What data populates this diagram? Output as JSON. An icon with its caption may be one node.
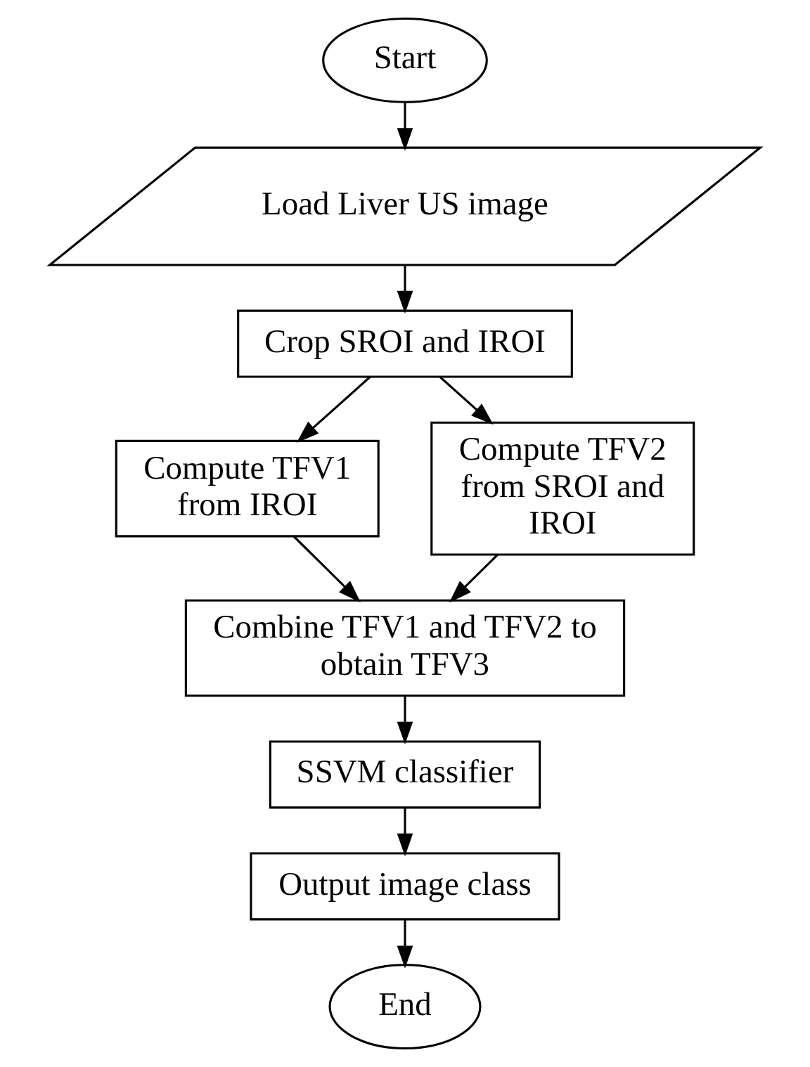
{
  "diagram": {
    "nodes": [
      {
        "text": [
          "Start"
        ]
      },
      {
        "text": [
          "Load Liver US image"
        ]
      },
      {
        "text": [
          "Crop SROI and IROI"
        ]
      },
      {
        "text": [
          "Compute TFV1 from IROI"
        ]
      },
      {
        "text": [
          "Compute TFV2 from SROI and IROI"
        ]
      },
      {
        "text": [
          "Combine TFV1 and TFV2 to obtain TFV3"
        ]
      },
      {
        "text": [
          "SSVM classifier"
        ]
      },
      {
        "text": [
          "Output image class"
        ]
      },
      {
        "text": [
          "End"
        ]
      }
    ],
    "edges": [
      {
        "from": 0,
        "to": 1,
        "arrow": "to"
      },
      {
        "from": 1,
        "to": 2,
        "arrow": "to"
      },
      {
        "from": 2,
        "to": 3,
        "arrow": "to"
      },
      {
        "from": 2,
        "to": 4,
        "arrow": "to"
      },
      {
        "from": 3,
        "to": 5,
        "arrow": "to"
      },
      {
        "from": 4,
        "to": 5,
        "arrow": "to"
      },
      {
        "from": 5,
        "to": 6,
        "arrow": "to"
      },
      {
        "from": 6,
        "to": 7,
        "arrow": "to"
      },
      {
        "from": 7,
        "to": 8,
        "arrow": "to"
      }
    ]
  }
}
